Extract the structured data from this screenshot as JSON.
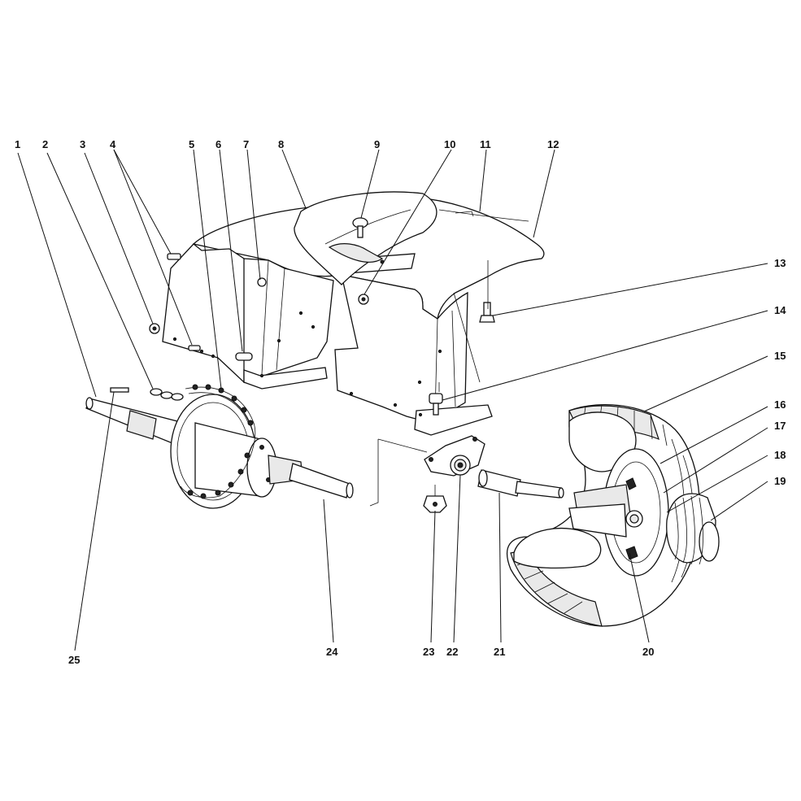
{
  "diagram": {
    "callouts": [
      {
        "number": "1",
        "target": "shaft-key"
      },
      {
        "number": "2",
        "target": "chain-connector-link"
      },
      {
        "number": "3",
        "target": "hex-nut"
      },
      {
        "number": "4",
        "target": "bolts"
      },
      {
        "number": "5",
        "target": "drive-chain"
      },
      {
        "number": "6",
        "target": "carriage-bolt"
      },
      {
        "number": "7",
        "target": "lock-nut"
      },
      {
        "number": "8",
        "target": "fender-housing"
      },
      {
        "number": "9",
        "target": "carriage-bolt"
      },
      {
        "number": "10",
        "target": "flange-nut"
      },
      {
        "number": "11",
        "target": "cable-clip"
      },
      {
        "number": "12",
        "target": "fender-edge"
      },
      {
        "number": "13",
        "target": "hex-bolt"
      },
      {
        "number": "14",
        "target": "hex-bolt"
      },
      {
        "number": "15",
        "target": "tire"
      },
      {
        "number": "16",
        "target": "wheel-rim"
      },
      {
        "number": "17",
        "target": "rim-half"
      },
      {
        "number": "18",
        "target": "valve-stem"
      },
      {
        "number": "19",
        "target": "hub-cap"
      },
      {
        "number": "20",
        "target": "valve"
      },
      {
        "number": "21",
        "target": "axle"
      },
      {
        "number": "22",
        "target": "bearing"
      },
      {
        "number": "23",
        "target": "flange-nut"
      },
      {
        "number": "24",
        "target": "sprocket-hub-shaft"
      },
      {
        "number": "25",
        "target": "shaft-key"
      }
    ]
  }
}
